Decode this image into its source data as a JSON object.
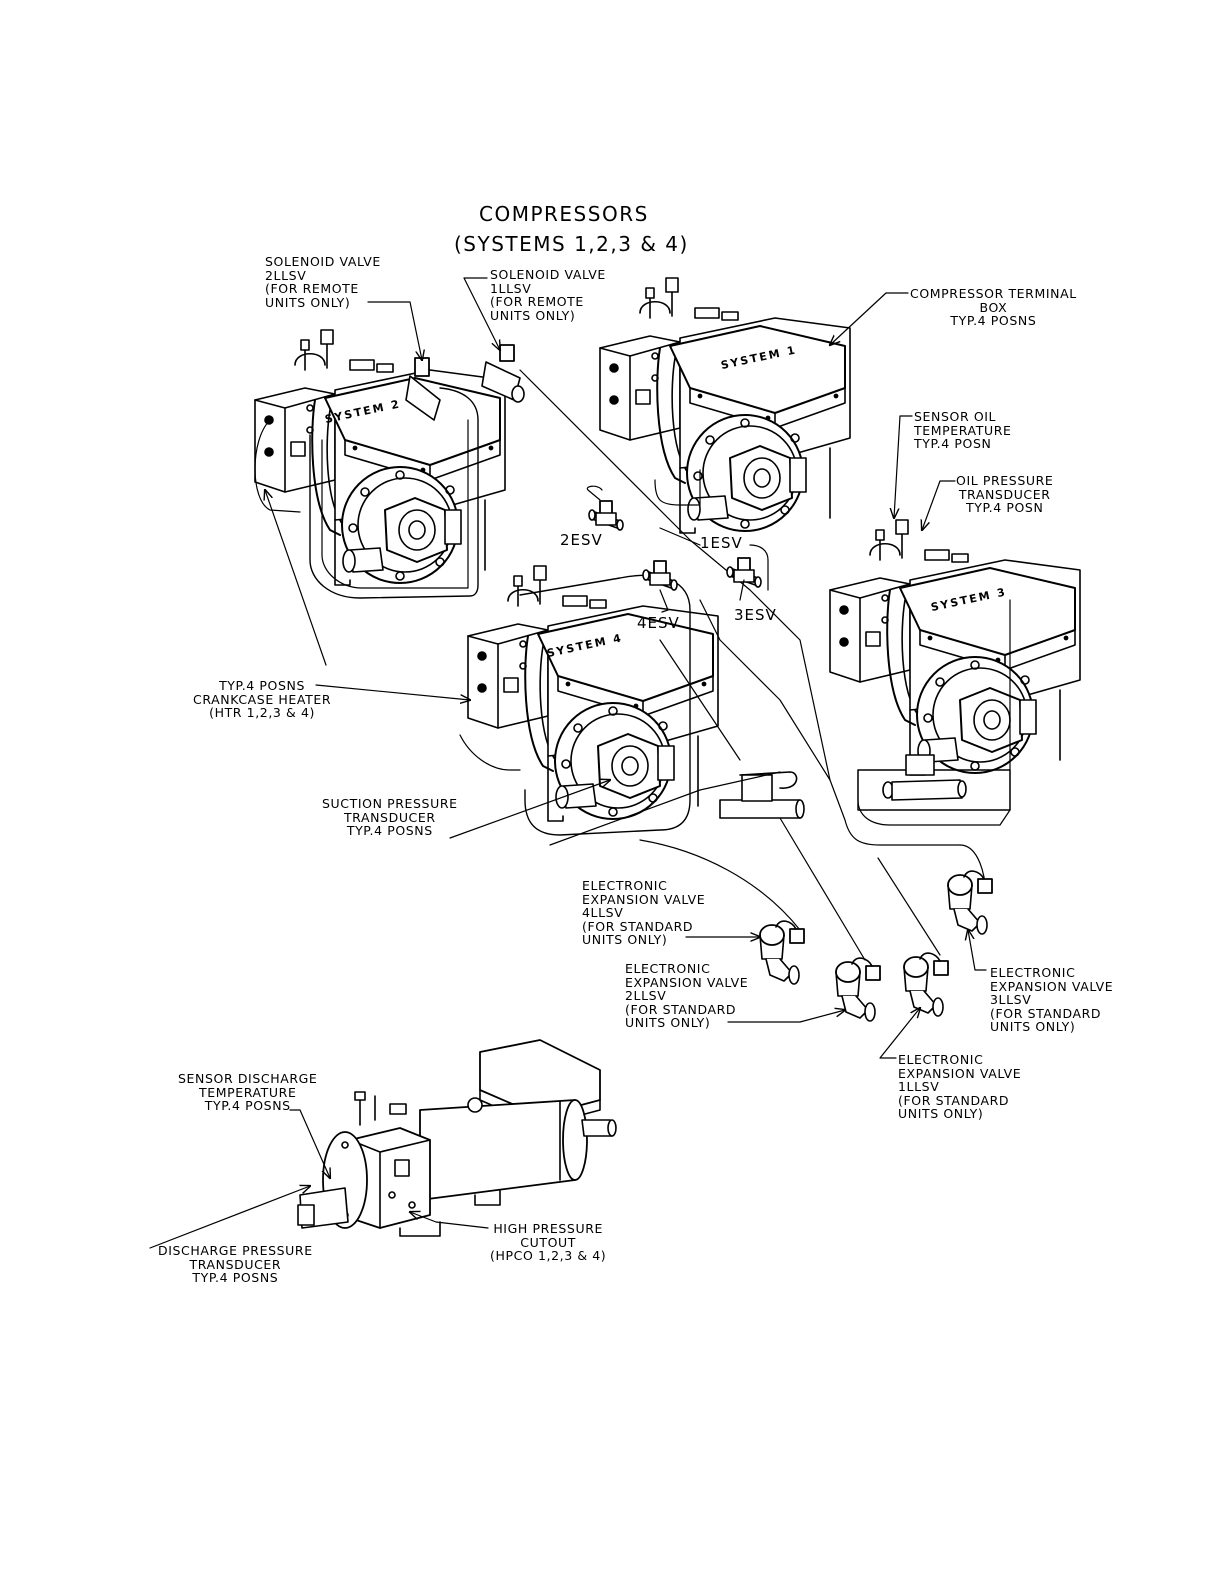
{
  "title": {
    "line1": "COMPRESSORS",
    "line2": "(SYSTEMS 1,2,3 & 4)"
  },
  "compressor_plates": {
    "system1": "SYSTEM 1",
    "system2": "SYSTEM 2",
    "system3": "SYSTEM 3",
    "system4": "SYSTEM 4"
  },
  "valve_tags": {
    "esv1": "1ESV",
    "esv2": "2ESV",
    "esv3": "3ESV",
    "esv4": "4ESV"
  },
  "callouts": {
    "solenoid_2llsv": "SOLENOID VALVE\n2LLSV\n(FOR REMOTE\nUNITS ONLY)",
    "solenoid_1llsv": "SOLENOID VALVE\n1LLSV\n(FOR REMOTE\nUNITS ONLY)",
    "terminal_box": "COMPRESSOR TERMINAL\nBOX\nTYP.4 POSNS",
    "sensor_oil_temp": "SENSOR OIL\nTEMPERATURE\nTYP.4 POSN",
    "oil_pressure": "OIL PRESSURE\nTRANSDUCER\nTYP.4 POSN",
    "crankcase_heater": "TYP.4 POSNS\nCRANKCASE HEATER\n(HTR 1,2,3 & 4)",
    "suction_pressure": "SUCTION PRESSURE\nTRANSDUCER\nTYP.4 POSNS",
    "eev_4llsv": "ELECTRONIC\nEXPANSION VALVE\n4LLSV\n(FOR STANDARD\nUNITS ONLY)",
    "eev_2llsv": "ELECTRONIC\nEXPANSION VALVE\n2LLSV\n(FOR STANDARD\nUNITS ONLY)",
    "eev_3llsv": "ELECTRONIC\nEXPANSION VALVE\n3LLSV\n(FOR STANDARD\nUNITS ONLY)",
    "eev_1llsv": "ELECTRONIC\nEXPANSION VALVE\n1LLSV\n(FOR STANDARD\nUNITS ONLY)",
    "sensor_discharge_temp": "SENSOR DISCHARGE\nTEMPERATURE\nTYP.4 POSNS",
    "discharge_pressure": "DISCHARGE PRESSURE\nTRANSDUCER\nTYP.4 POSNS",
    "hpco": "HIGH PRESSURE\nCUTOUT\n(HPCO 1,2,3 & 4)"
  }
}
